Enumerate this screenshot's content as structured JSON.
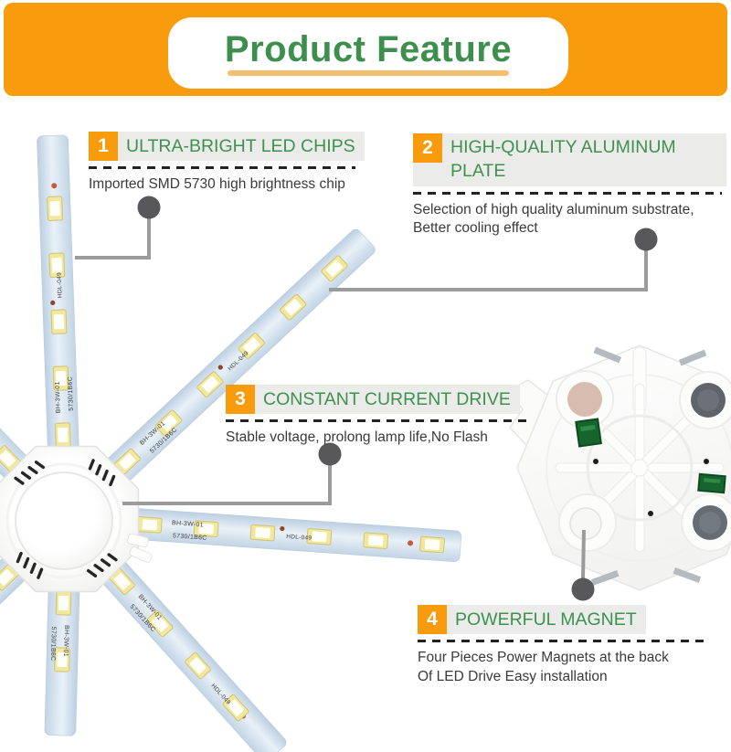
{
  "header": {
    "title": "Product Feature"
  },
  "features": [
    {
      "number": "1",
      "title": "ULTRA-BRIGHT LED CHIPS",
      "desc_lines": [
        "Imported SMD 5730 high brightness chip"
      ]
    },
    {
      "number": "2",
      "title": "HIGH-QUALITY ALUMINUM PLATE",
      "desc_lines": [
        "Selection of high quality aluminum substrate,",
        "Better cooling effect"
      ]
    },
    {
      "number": "3",
      "title": "CONSTANT CURRENT DRIVE",
      "desc_lines": [
        "Stable voltage, prolong lamp life,No Flash"
      ]
    },
    {
      "number": "4",
      "title": "POWERFUL MAGNET",
      "desc_lines": [
        "Four Pieces Power Magnets at the back",
        "Of LED Drive Easy installation"
      ]
    }
  ],
  "pcb": {
    "model_label": "BH-3W-01",
    "spec_label": "5730/1B6C",
    "code_label": "HDL-049"
  },
  "colors": {
    "accent_orange": "#F89B0D",
    "underline_orange": "#F9BE6D",
    "heading_green": "#3F9150",
    "title_green": "#3E8E4D",
    "heading_background": "#EBEBE9",
    "body_text": "#3A3A3A",
    "connector_gray": "#9B9B9B",
    "connector_dot": "#58585A",
    "pcb_strip_blue": "#C9D9E8",
    "led_chip_yellow": "#F2E89C"
  }
}
